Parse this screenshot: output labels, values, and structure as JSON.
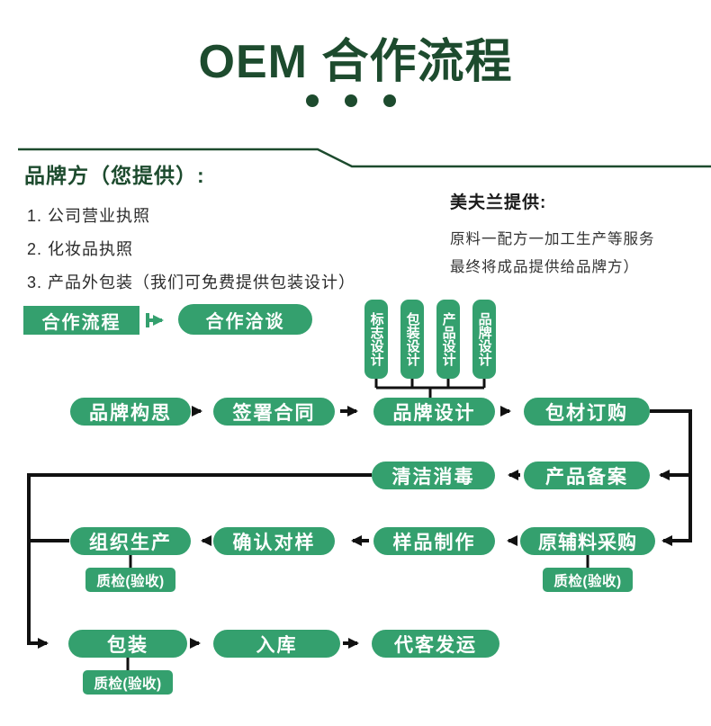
{
  "header": {
    "title": "OEM 合作流程"
  },
  "provider_section": {
    "title": "品牌方（您提供）:",
    "items": [
      "1. 公司营业执照",
      "2. 化妆品执照",
      "3. 产品外包装（我们可免费提供包装设计）"
    ]
  },
  "factory_section": {
    "title": "美夫兰提供:",
    "lines": [
      "原料一配方一加工生产等服务",
      "最终将成品提供给品牌方）"
    ]
  },
  "flow": {
    "legend_label": "合作流程",
    "negotiation": "合作洽谈",
    "design_tags": [
      "标志设计",
      "包装设计",
      "产品设计",
      "品牌设计"
    ],
    "row1": [
      "品牌构思",
      "签署合同",
      "品牌设计",
      "包材订购"
    ],
    "row2": [
      "清洁消毒",
      "产品备案"
    ],
    "row3": [
      "组织生产",
      "确认对样",
      "样品制作",
      "原辅料采购"
    ],
    "row4": [
      "包装",
      "入库",
      "代客发运"
    ],
    "qc_label": "质检(验收)"
  },
  "colors": {
    "brand_green": "#34a06e",
    "dark_green": "#1d4b2e",
    "line_black": "#111111"
  }
}
